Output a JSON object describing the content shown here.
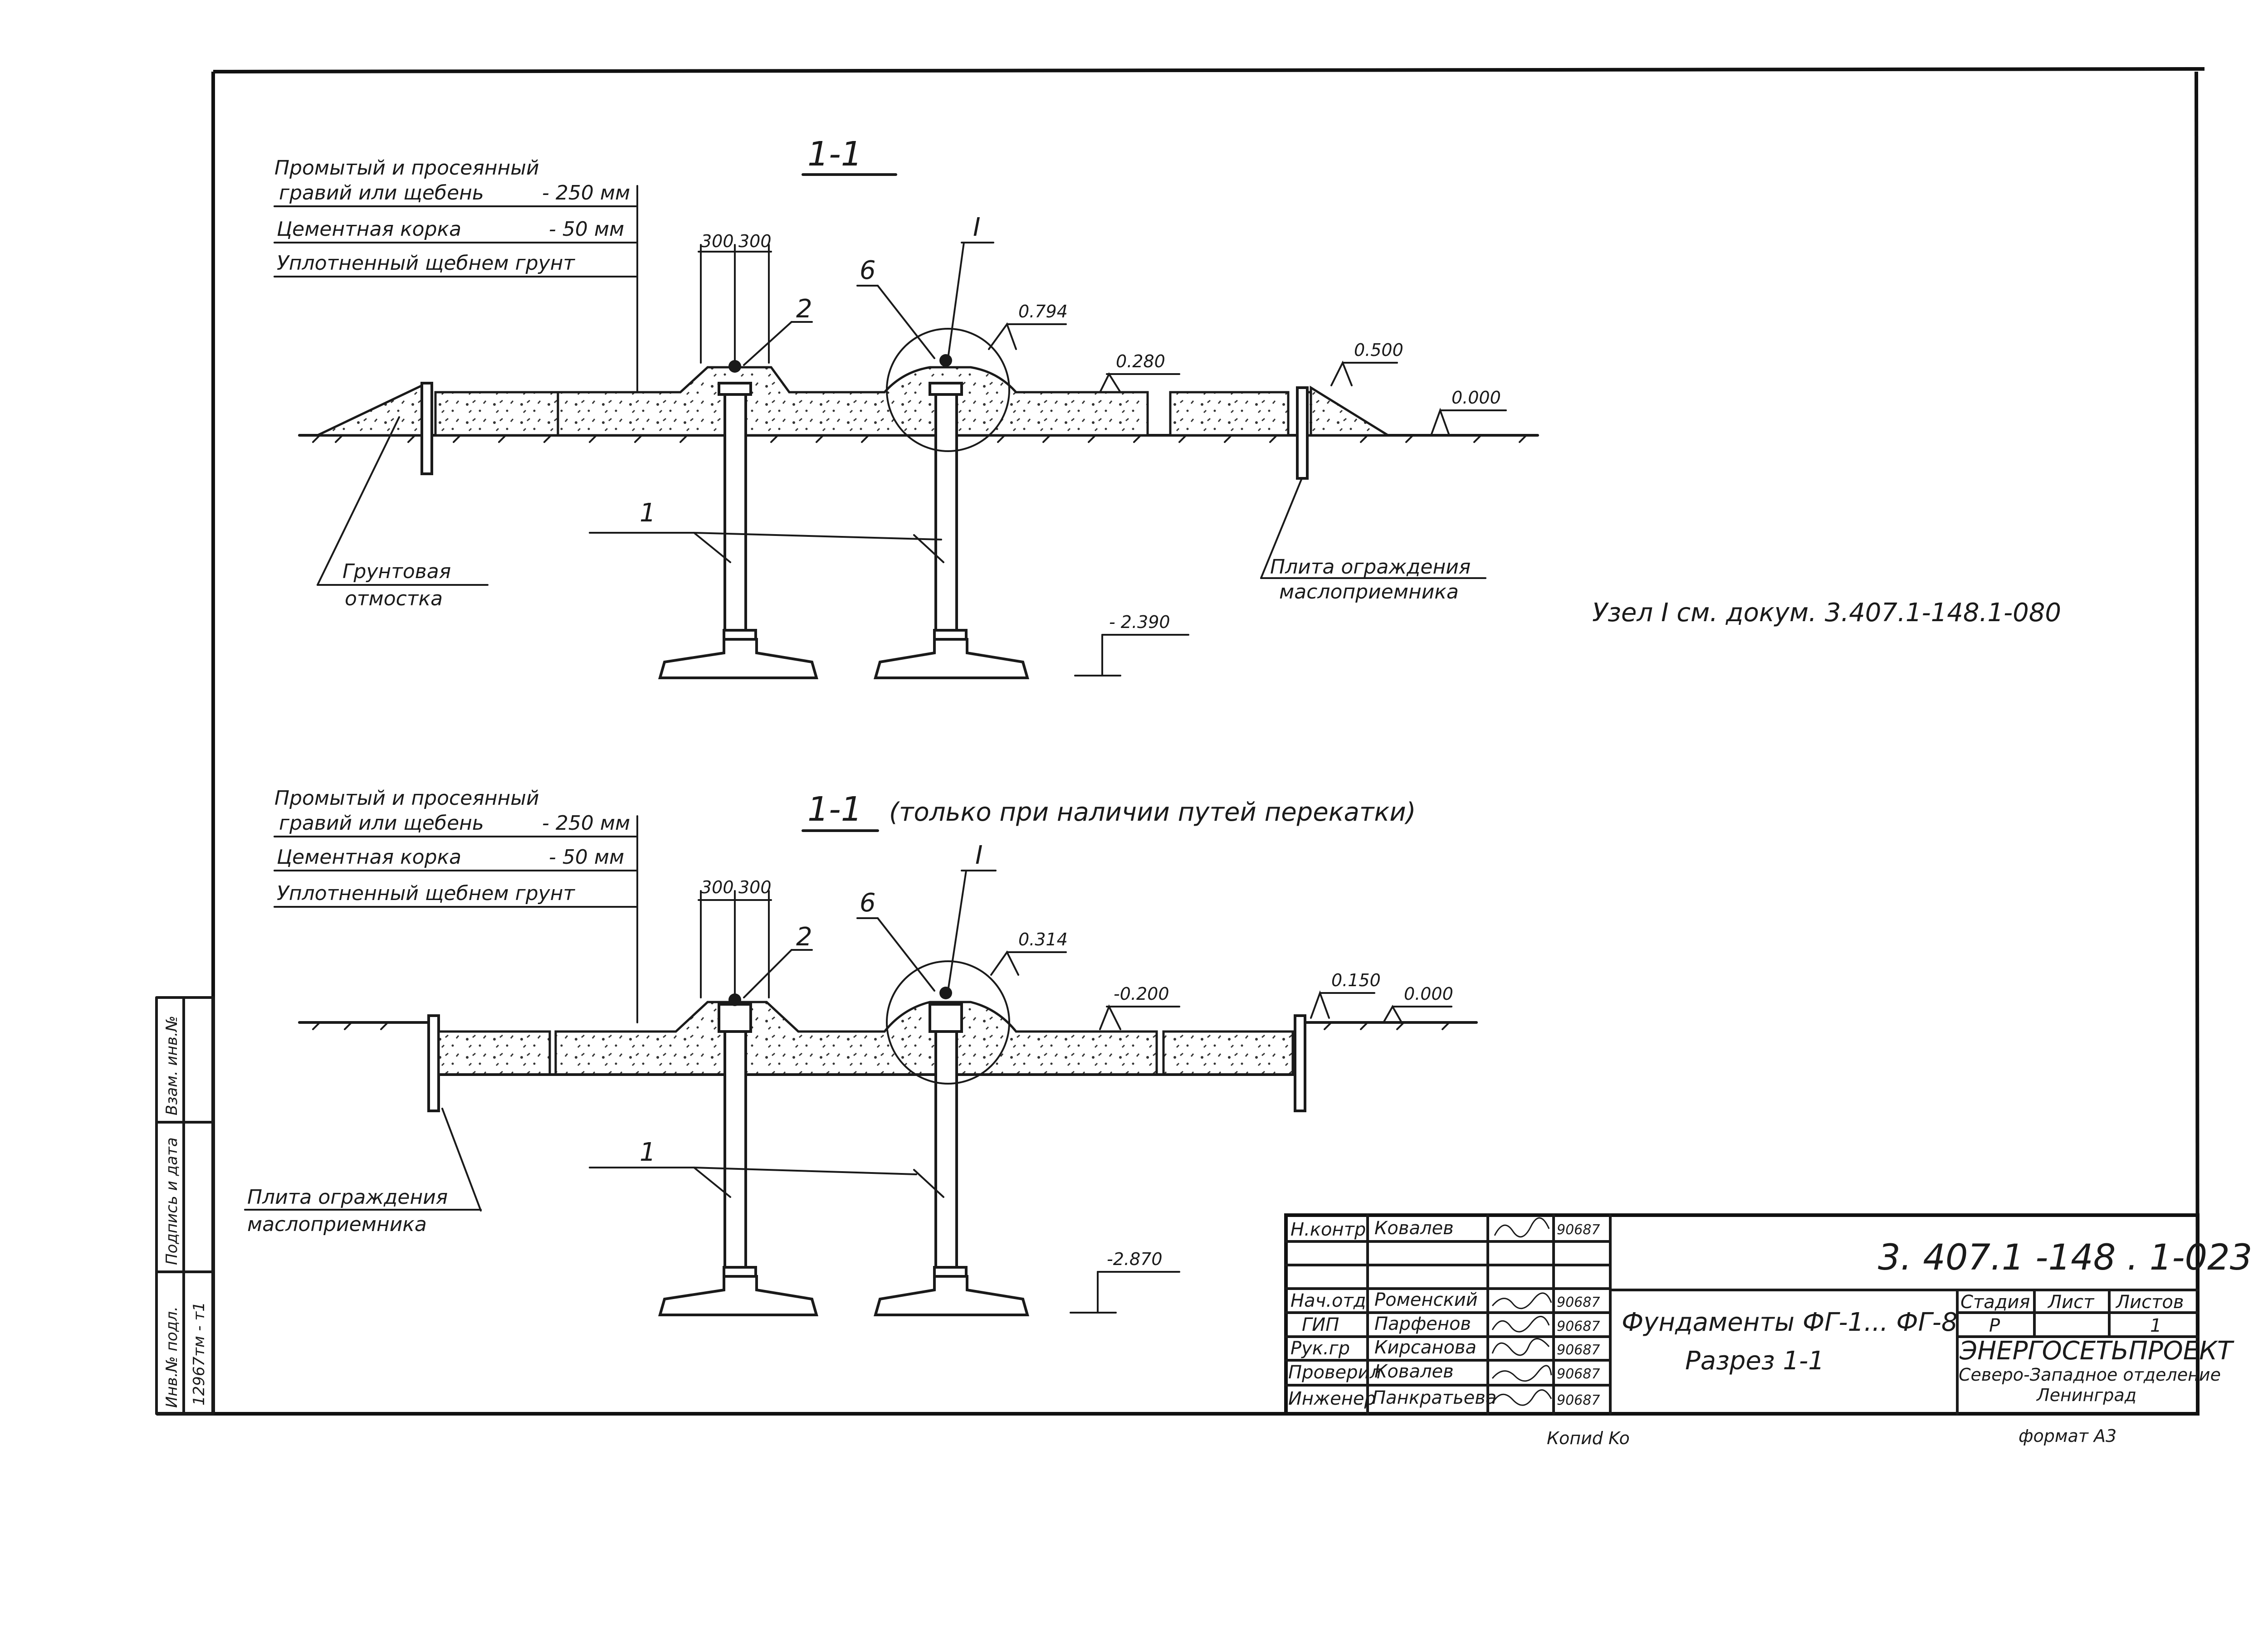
{
  "sheet": {
    "format_label": "формат А3",
    "copy_label": "Копиd Ko"
  },
  "section_top": {
    "title": "1-1",
    "layers": {
      "line1a": "Промытый и просеянный",
      "line1b": "гравий или щебень",
      "line1_value": "- 250 мм",
      "line2": "Цементная корка",
      "line2_value": "- 50 мм",
      "line3": "Уплотненный щебнем грунт"
    },
    "dim1": "300",
    "dim2": "300",
    "marks": {
      "m2": "2",
      "m6": "6",
      "nodeI": "I",
      "m1": "1"
    },
    "levels": {
      "l_794": "0.794",
      "l_280": "0.280",
      "l_500": "0.500",
      "l_000": "0.000",
      "l_2390": "- 2.390"
    },
    "left_callout_a": "Грунтовая",
    "left_callout_b": "отмостка",
    "right_callout_a": "Плита ограждения",
    "right_callout_b": "маслоприемника"
  },
  "node_note": "Узел I см. докум. 3.407.1-148.1-080",
  "section_bottom": {
    "title": "1-1",
    "subtitle": "(только при наличии путей перекатки)",
    "layers": {
      "line1a": "Промытый и просеянный",
      "line1b": "гравий или щебень",
      "line1_value": "- 250 мм",
      "line2": "Цементная корка",
      "line2_value": "- 50 мм",
      "line3": "Уплотненный щебнем грунт"
    },
    "dim1": "300",
    "dim2": "300",
    "marks": {
      "m2": "2",
      "m6": "6",
      "nodeI": "I",
      "m1": "1"
    },
    "levels": {
      "l_314": "0.314",
      "l_m200": "-0.200",
      "l_150": "0.150",
      "l_000": "0.000",
      "l_2870": "-2.870"
    },
    "left_callout_a": "Плита ограждения",
    "left_callout_b": "маслоприемника"
  },
  "side_stamp": {
    "inv_no": "Инв.№ подл.",
    "sign_date": "Подпись и дата",
    "repl_inv": "Взам. инв.№",
    "inv_value": "12967тм - т1"
  },
  "title_block": {
    "doc_code": "3. 407.1 -148 . 1-023",
    "title_line1": "Фундаменты ФГ-1... ФГ-8",
    "title_line2": "Разрез 1-1",
    "stage_h": "Стадия",
    "sheet_h": "Лист",
    "sheets_h": "Листов",
    "stage_v": "Р",
    "sheet_v": "",
    "sheets_v": "1",
    "org1": "ЭНЕРГОСЕТЬПРОЕКТ",
    "org2": "Северо-Западное отделение",
    "org3": "Ленинград",
    "rows": [
      {
        "role": "Н.контр",
        "name": "Ковалев",
        "date": "90687"
      },
      {
        "role": "",
        "name": "",
        "date": ""
      },
      {
        "role": "",
        "name": "",
        "date": ""
      },
      {
        "role": "Нач.отд",
        "name": "Роменский",
        "date": "90687"
      },
      {
        "role": "ГИП",
        "name": "Парфенов",
        "date": "90687"
      },
      {
        "role": "Рук.гр",
        "name": "Кирсанова",
        "date": "90687"
      },
      {
        "role": "Проверил",
        "name": "Ковалев",
        "date": "90687"
      },
      {
        "role": "Инженер",
        "name": "Панкратьева",
        "date": "90687"
      }
    ]
  }
}
